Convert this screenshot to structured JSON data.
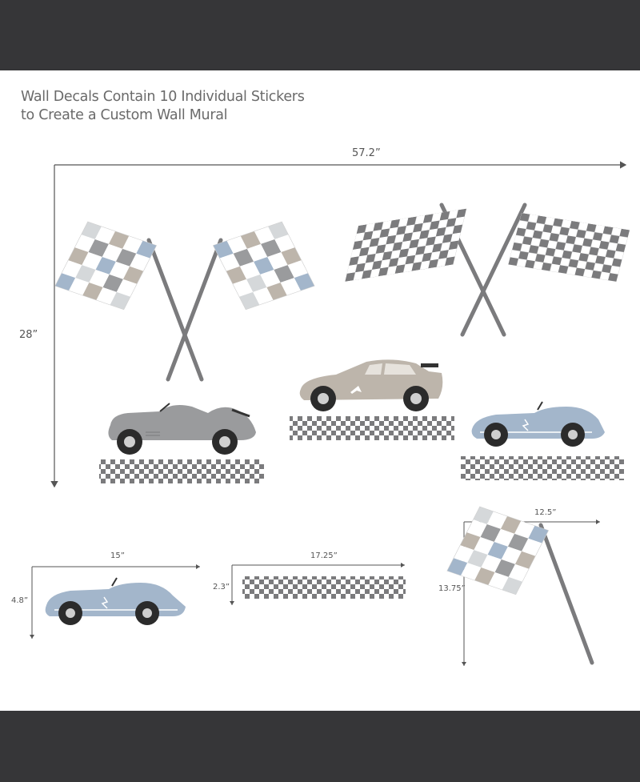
{
  "heading": {
    "line1": "Wall Decals Contain 10 Individual Stickers",
    "line2": "to Create a Custom Wall Mural"
  },
  "dimensions": {
    "mural_width": "57.2”",
    "mural_height": "28”",
    "car_width": "15”",
    "car_height": "4.8”",
    "strip_width": "17.25”",
    "strip_height": "2.3”",
    "flag_width": "12.5”",
    "flag_height": "13.75”"
  },
  "colors": {
    "bar": "#363638",
    "gray_dark": "#7b7b7d",
    "gray_mid": "#9a9b9d",
    "blue": "#a3b6cb",
    "tan": "#bdb5ab",
    "light_gray": "#d5d8da"
  }
}
